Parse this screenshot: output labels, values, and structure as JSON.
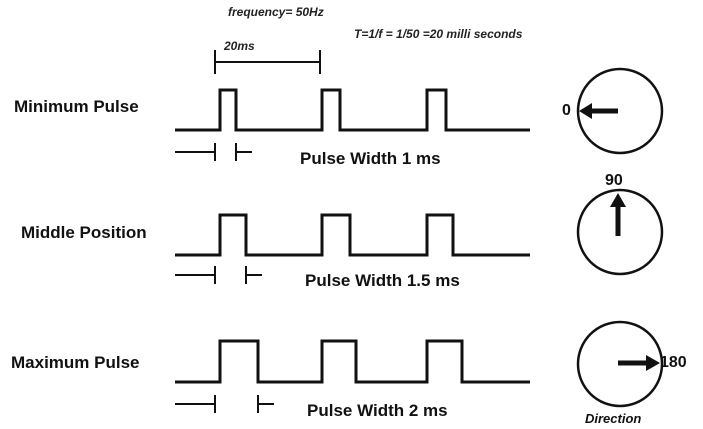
{
  "header": {
    "frequency": "frequency= 50Hz",
    "period_formula": "T=1/f = 1/50 =20 milli seconds",
    "period_marker": "20ms"
  },
  "rows": [
    {
      "label": "Minimum Pulse",
      "pulse_width": "Pulse Width 1 ms",
      "angle": "0",
      "pulse_ms": 1
    },
    {
      "label": "Middle Position",
      "pulse_width": "Pulse Width 1.5 ms",
      "angle": "90",
      "pulse_ms": 1.5
    },
    {
      "label": "Maximum Pulse",
      "pulse_width": "Pulse Width 2 ms",
      "angle": "180",
      "pulse_ms": 2
    }
  ],
  "dial_caption": "Direction",
  "colors": {
    "ink": "#111111",
    "background": "#ffffff"
  }
}
